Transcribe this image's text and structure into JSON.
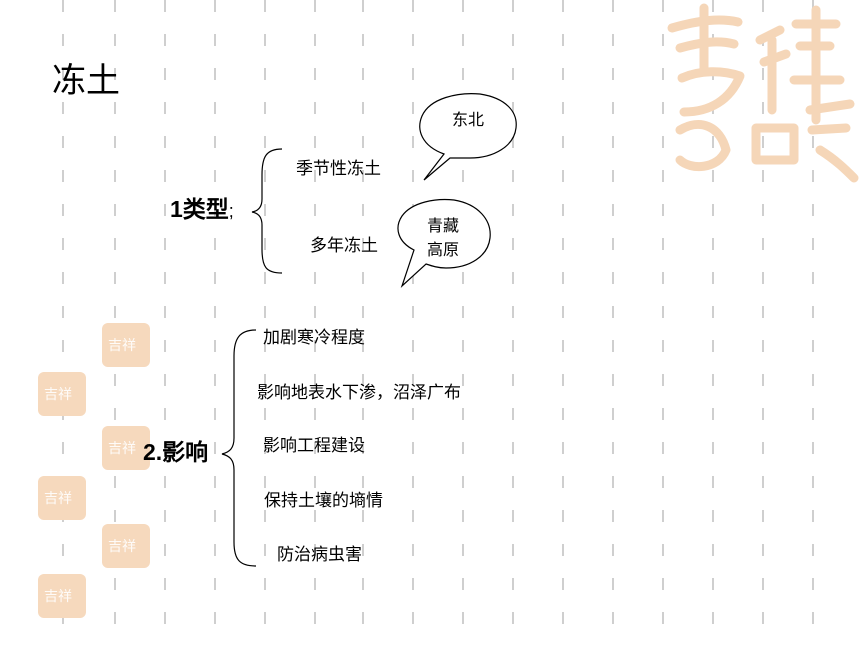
{
  "title": "冻土",
  "section1": {
    "heading": "1类型",
    "punct": ";",
    "items": [
      "季节性冻土",
      "多年冻土"
    ],
    "bubbles": [
      "东北",
      "青藏",
      "高原"
    ]
  },
  "section2": {
    "heading": "2.影响",
    "items": [
      "加剧寒冷程度",
      "影响地表水下渗，沼泽广布",
      "影响工程建设",
      "保持土壤的墒情",
      "防治病虫害"
    ]
  },
  "decoration": {
    "watermark_color": "#f5d6b8",
    "dash_color": "#cfcfcf"
  }
}
